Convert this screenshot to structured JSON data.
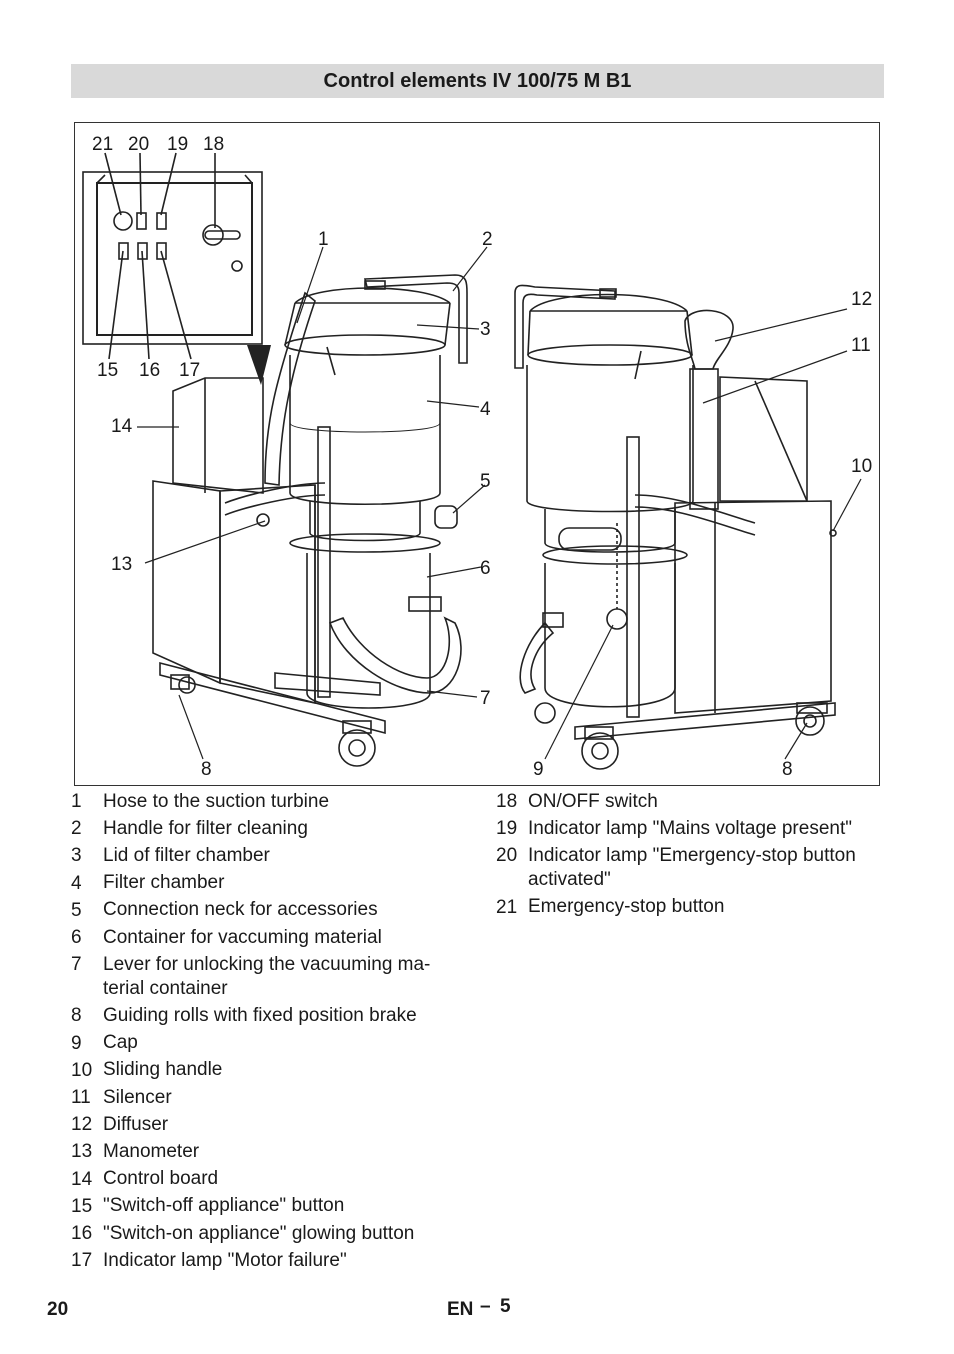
{
  "header": {
    "title": "Control elements IV 100/75 M B1"
  },
  "figure": {
    "callouts": {
      "c1": "1",
      "c2": "2",
      "c3": "3",
      "c4": "4",
      "c5": "5",
      "c6": "6",
      "c7": "7",
      "c8a": "8",
      "c8b": "8",
      "c9": "9",
      "c10": "10",
      "c11": "11",
      "c12": "12",
      "c13": "13",
      "c14": "14",
      "c15": "15",
      "c16": "16",
      "c17": "17",
      "c18": "18",
      "c19": "19",
      "c20": "20",
      "c21": "21"
    }
  },
  "legend": {
    "col1": [
      {
        "num": "1",
        "text": "Hose to the suction turbine"
      },
      {
        "num": "2",
        "text": "Handle for filter cleaning"
      },
      {
        "num": "3",
        "text": "Lid of filter chamber"
      },
      {
        "num": "4",
        "text": "Filter chamber"
      },
      {
        "num": "5",
        "text": "Connection neck for accessories"
      },
      {
        "num": "6",
        "text": "Container for vaccuming material"
      },
      {
        "num": "7",
        "text": "Lever for unlocking the vacuuming ma-terial container"
      },
      {
        "num": "8",
        "text": "Guiding rolls with fixed position brake"
      },
      {
        "num": "9",
        "text": "Cap"
      },
      {
        "num": "10",
        "text": "Sliding handle"
      },
      {
        "num": "11",
        "text": "Silencer"
      },
      {
        "num": "12",
        "text": "Diffuser"
      },
      {
        "num": "13",
        "text": "Manometer"
      },
      {
        "num": "14",
        "text": "Control board"
      },
      {
        "num": "15",
        "text": "\"Switch-off appliance\" button"
      },
      {
        "num": "16",
        "text": "\"Switch-on appliance\" glowing button"
      },
      {
        "num": "17",
        "text": "Indicator lamp \"Motor failure\""
      }
    ],
    "col2": [
      {
        "num": "18",
        "text": "ON/OFF switch"
      },
      {
        "num": "19",
        "text": "Indicator lamp \"Mains voltage present\""
      },
      {
        "num": "20",
        "text": "Indicator lamp \"Emergency-stop button activated\""
      },
      {
        "num": "21",
        "text": "Emergency-stop button"
      }
    ]
  },
  "footer": {
    "page": "20",
    "lang": "EN",
    "sep": "–",
    "lang_page": "5"
  }
}
